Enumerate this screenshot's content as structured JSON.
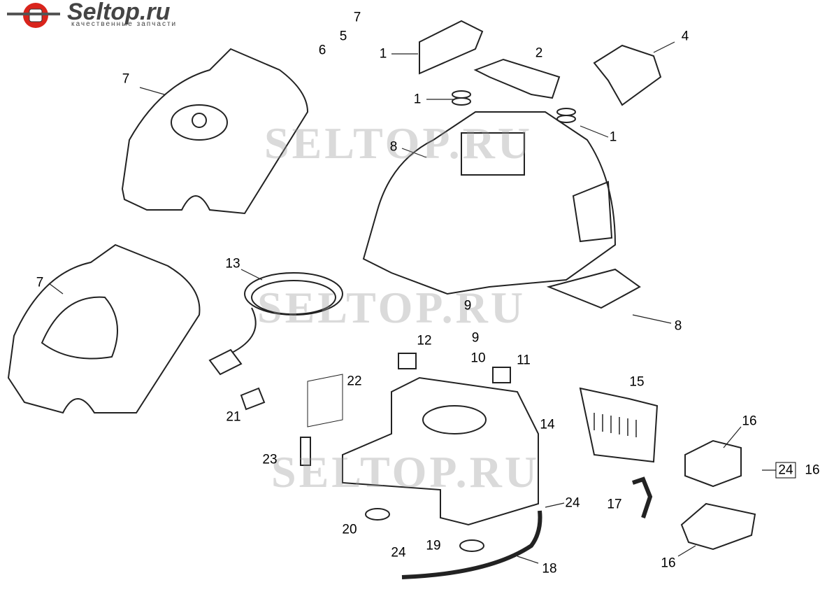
{
  "logo": {
    "title": "Seltop.ru",
    "subtitle": "качественные запчасти"
  },
  "watermark": "SELTOP.RU",
  "callouts": [
    "7",
    "5",
    "6",
    "1",
    "2",
    "4",
    "7",
    "1",
    "1",
    "8",
    "7",
    "13",
    "9",
    "8",
    "12",
    "9",
    "10",
    "11",
    "22",
    "15",
    "16",
    "21",
    "14",
    "23",
    "16",
    "24",
    "17",
    "24",
    "20",
    "19",
    "24",
    "18",
    "16"
  ]
}
